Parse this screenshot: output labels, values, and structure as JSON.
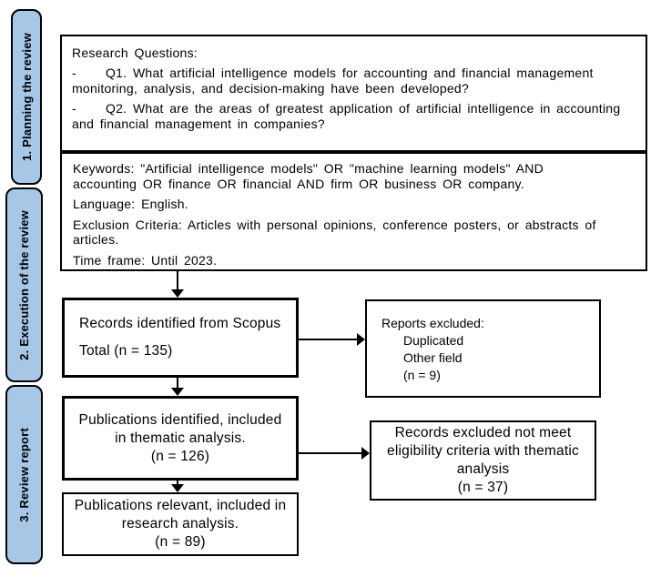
{
  "colors": {
    "tab_fill": "#A7C7E7",
    "line": "#000000",
    "background": "#FFFFFF"
  },
  "sidebar": {
    "tabs": [
      {
        "label": "1. Planning the review"
      },
      {
        "label": "2. Execution of the review"
      },
      {
        "label": "3. Review report"
      }
    ]
  },
  "planning": {
    "research_box": {
      "title": "Research Questions:",
      "questions": [
        {
          "marker": "-",
          "text": "Q1. What artificial intelligence models for accounting and financial management monitoring, analysis, and decision-making have been developed?"
        },
        {
          "marker": "-",
          "text": "Q2. What are the areas of greatest application of artificial intelligence in accounting and financial management in companies?"
        }
      ]
    },
    "criteria_box": {
      "paragraphs": [
        "Keywords: \"Artificial intelligence models\" OR \"machine learning models\" AND accounting OR finance OR financial AND firm OR business OR company.",
        "Language: English.",
        "Exclusion Criteria: Articles with personal opinions, conference posters, or abstracts of articles.",
        "Time frame: Until 2023."
      ]
    }
  },
  "flow": {
    "records_box": {
      "lines": [
        "Records identified from Scopus",
        "Total (n = 135)"
      ]
    },
    "reports_excluded_box": {
      "title": "Reports excluded:",
      "lines": [
        "Duplicated",
        "Other field",
        "(n = 9)"
      ]
    },
    "thematic_box": {
      "lines": [
        "Publications identified, included",
        "in thematic analysis.",
        "(n = 126)"
      ]
    },
    "records_excluded_box": {
      "lines": [
        "Records excluded not meet",
        "eligibility criteria with thematic",
        "analysis",
        "(n = 37)"
      ]
    },
    "relevant_box": {
      "lines": [
        "Publications relevant, included in",
        "research analysis.",
        "(n = 89)"
      ]
    }
  }
}
